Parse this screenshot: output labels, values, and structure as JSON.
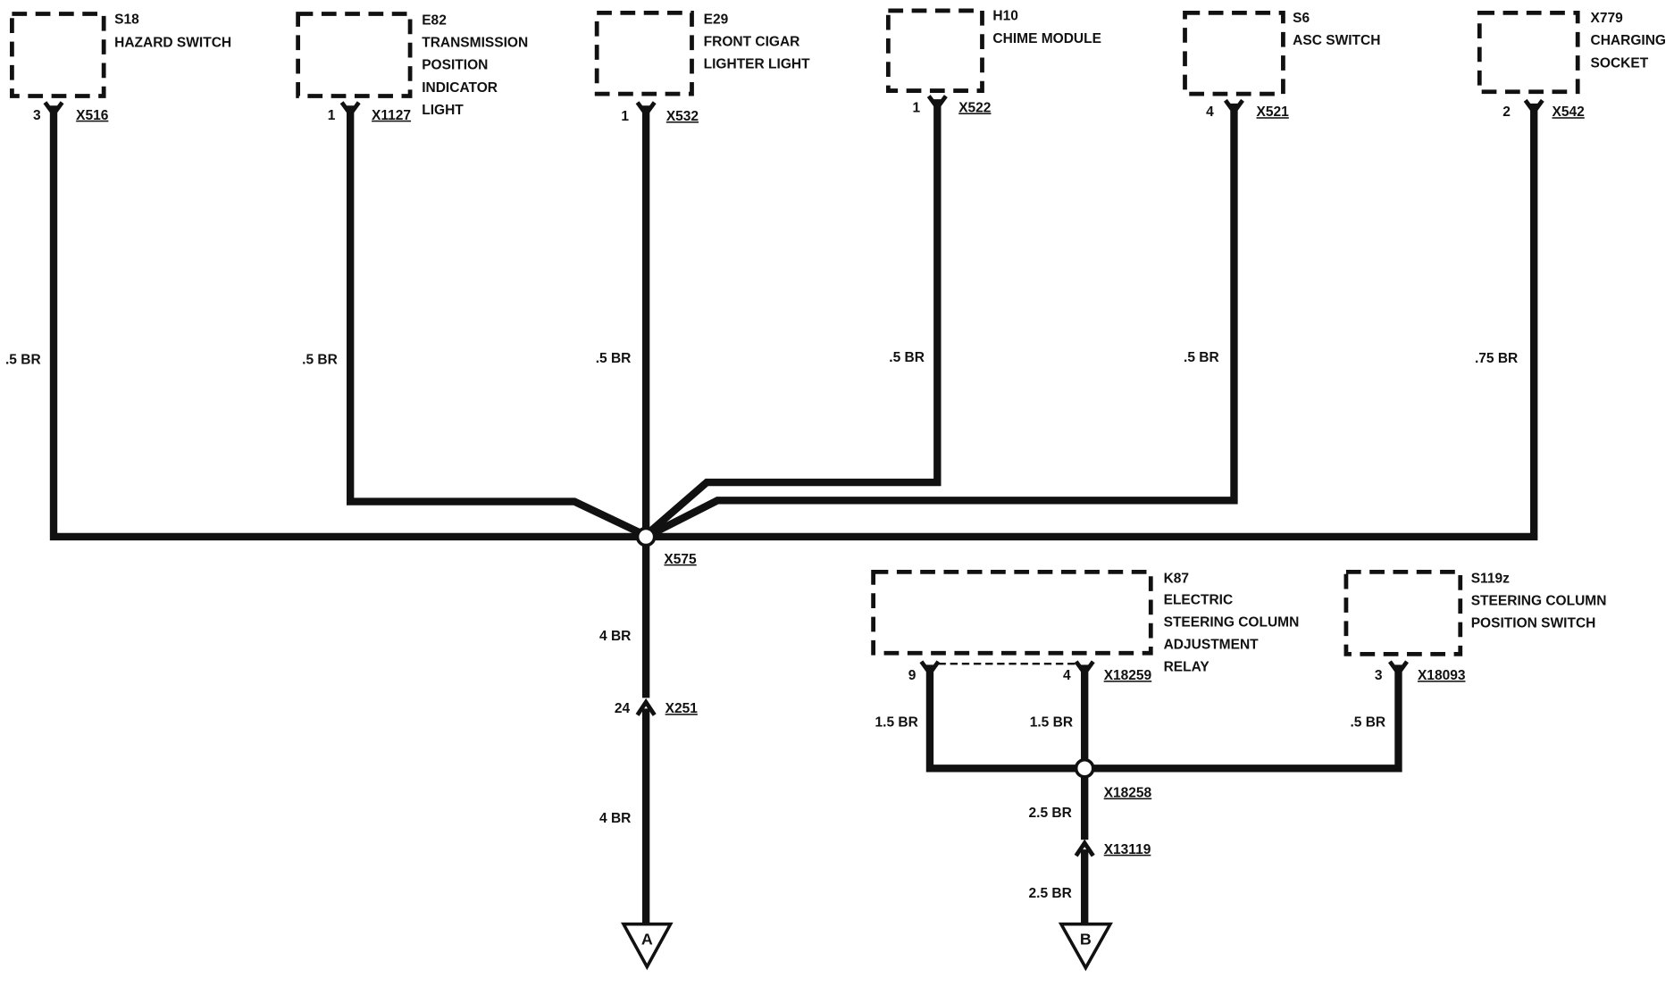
{
  "diagram": {
    "top_components": [
      {
        "ref": "S18",
        "label": [
          "HAZARD SWITCH"
        ],
        "pin": "3",
        "connector": "X516",
        "wire": ".5 BR"
      },
      {
        "ref": "E82",
        "label": [
          "TRANSMISSION",
          "POSITION",
          "INDICATOR",
          "LIGHT"
        ],
        "pin": "1",
        "connector": "X1127",
        "wire": ".5 BR"
      },
      {
        "ref": "E29",
        "label": [
          "FRONT CIGAR",
          "LIGHTER LIGHT"
        ],
        "pin": "1",
        "connector": "X532",
        "wire": ".5 BR"
      },
      {
        "ref": "H10",
        "label": [
          "CHIME MODULE"
        ],
        "pin": "1",
        "connector": "X522",
        "wire": ".5 BR"
      },
      {
        "ref": "S6",
        "label": [
          "ASC SWITCH"
        ],
        "pin": "4",
        "connector": "X521",
        "wire": ".5 BR"
      },
      {
        "ref": "X779",
        "label": [
          "CHARGING",
          "SOCKET"
        ],
        "pin": "2",
        "connector": "X542",
        "wire": ".75 BR"
      }
    ],
    "splice_x575": {
      "ref": "X575"
    },
    "ground_path_a": {
      "wire_above": "4 BR",
      "inline_connector": {
        "pin": "24",
        "ref": "X251"
      },
      "wire_below": "4 BR",
      "ground": "A"
    },
    "relay_k87": {
      "ref": "K87",
      "label": [
        "ELECTRIC",
        "STEERING COLUMN",
        "ADJUSTMENT",
        "RELAY"
      ],
      "connector": "X18259",
      "pins": [
        {
          "pin": "9",
          "wire": "1.5 BR"
        },
        {
          "pin": "4",
          "wire": "1.5 BR"
        }
      ]
    },
    "switch_s119z": {
      "ref": "S119z",
      "label": [
        "STEERING COLUMN",
        "POSITION SWITCH"
      ],
      "pin": "3",
      "connector": "X18093",
      "wire": ".5 BR"
    },
    "splice_x18258": {
      "ref": "X18258"
    },
    "ground_path_b": {
      "wire_above": "2.5 BR",
      "inline_connector": {
        "ref": "X13119"
      },
      "wire_below": "2.5 BR",
      "ground": "B"
    }
  },
  "colors": {
    "ink": "#111111",
    "paper": "#ffffff"
  }
}
